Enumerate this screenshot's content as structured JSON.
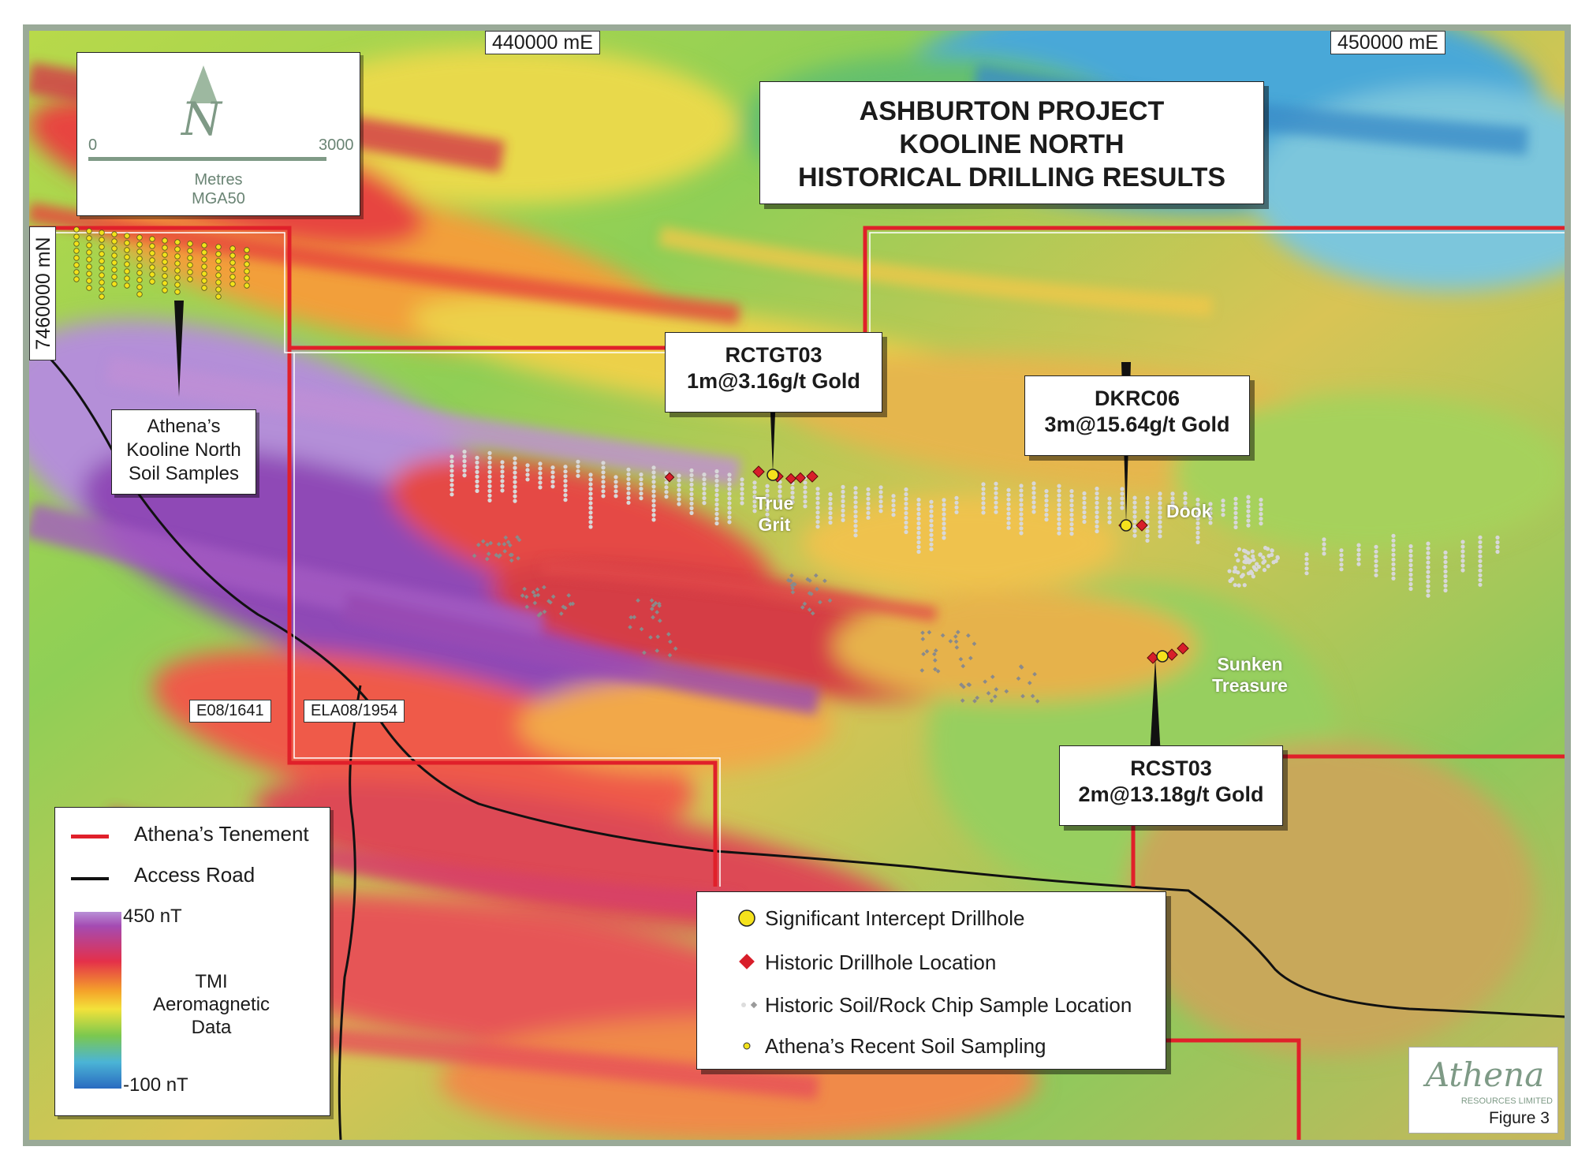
{
  "title": {
    "line1": "ASHBURTON PROJECT",
    "line2": "KOOLINE NORTH",
    "line3": "HISTORICAL DRILLING RESULTS"
  },
  "grid": {
    "easting_left": "440000 mE",
    "easting_right": "450000 mE",
    "northing": "7460000 mN"
  },
  "scale": {
    "zero": "0",
    "max": "3000",
    "units": "Metres",
    "datum": "MGA50",
    "north_letter": "N"
  },
  "tenements": {
    "left": "E08/1641",
    "right": "ELA08/1954"
  },
  "callouts": [
    {
      "hole": "RCTGT03",
      "result": "1m@3.16g/t Gold"
    },
    {
      "hole": "DKRC06",
      "result": "3m@15.64g/t Gold"
    },
    {
      "hole": "RCST03",
      "result": "2m@13.18g/t Gold"
    }
  ],
  "soil_callout": {
    "line1": "Athena’s",
    "line2": "Kooline North",
    "line3": "Soil Samples"
  },
  "prospects": {
    "true_grit_1": "True",
    "true_grit_2": "Grit",
    "dook": "Dook",
    "sunken_1": "Sunken",
    "sunken_2": "Treasure"
  },
  "legend_left": {
    "tenement": "Athena’s Tenement",
    "road": "Access Road",
    "max": "450 nT",
    "data_1": "TMI",
    "data_2": "Aeromagnetic",
    "data_3": "Data",
    "min": "-100 nT"
  },
  "legend_right": {
    "item1": "Significant Intercept Drillhole",
    "item2": "Historic Drillhole Location",
    "item3": "Historic Soil/Rock Chip Sample Location",
    "item4": "Athena’s Recent Soil Sampling"
  },
  "logo": {
    "name": "Athena",
    "sub": "RESOURCES LIMITED",
    "figure": "Figure 3"
  },
  "colors": {
    "tenement": "#e0202a",
    "road": "#111111",
    "intercept": "#f5e21c",
    "historic_hole": "#d81e2a",
    "soil_sample": "#d8d8d8",
    "athena_soil": "#f2e21a"
  }
}
